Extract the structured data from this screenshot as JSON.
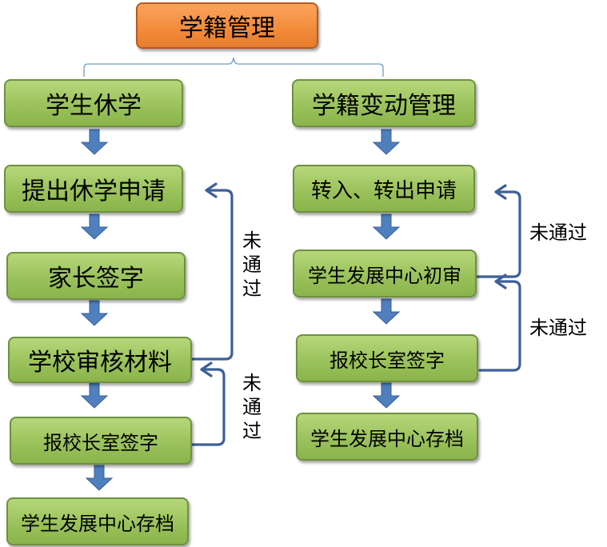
{
  "root": "学籍管理",
  "left": {
    "title": "学生休学",
    "steps": [
      "提出休学申请",
      "家长签字",
      "学校审核材料",
      "报校长室签字",
      "学生发展中心存档"
    ],
    "reject_label_1": "未通过",
    "reject_label_2": "未通过"
  },
  "right": {
    "title": "学籍变动管理",
    "steps": [
      "转入、转出申请",
      "学生发展中心初审",
      "报校长室签字",
      "学生发展中心存档"
    ],
    "reject_label_1": "未通过",
    "reject_label_2": "未通过"
  },
  "colors": {
    "root_fill": "#f28a3a",
    "box_fill": "#9bc25c",
    "arrow": "#4f7fbd",
    "connector": "#3d5f99"
  }
}
